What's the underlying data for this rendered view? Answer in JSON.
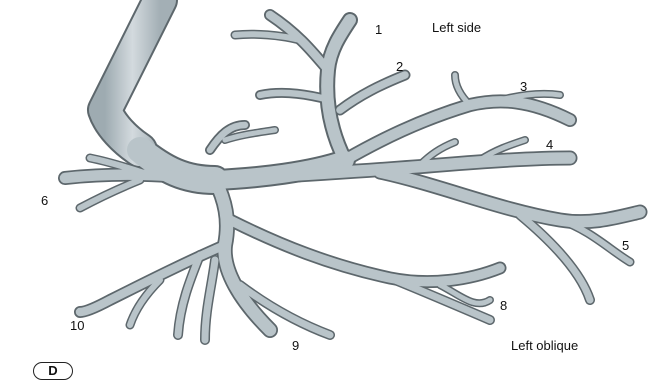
{
  "captions": {
    "left_side": "Left side",
    "left_oblique": "Left oblique"
  },
  "panel_letter": "D",
  "segment_numbers": {
    "n1": "1",
    "n2": "2",
    "n3": "3",
    "n4": "4",
    "n5": "5",
    "n6": "6",
    "n8": "8",
    "n9": "9",
    "n10": "10"
  },
  "colors": {
    "airway_fill": "#b9c4c9",
    "airway_outline": "#5d676c",
    "trachea_highlight": "#d7dee1"
  }
}
